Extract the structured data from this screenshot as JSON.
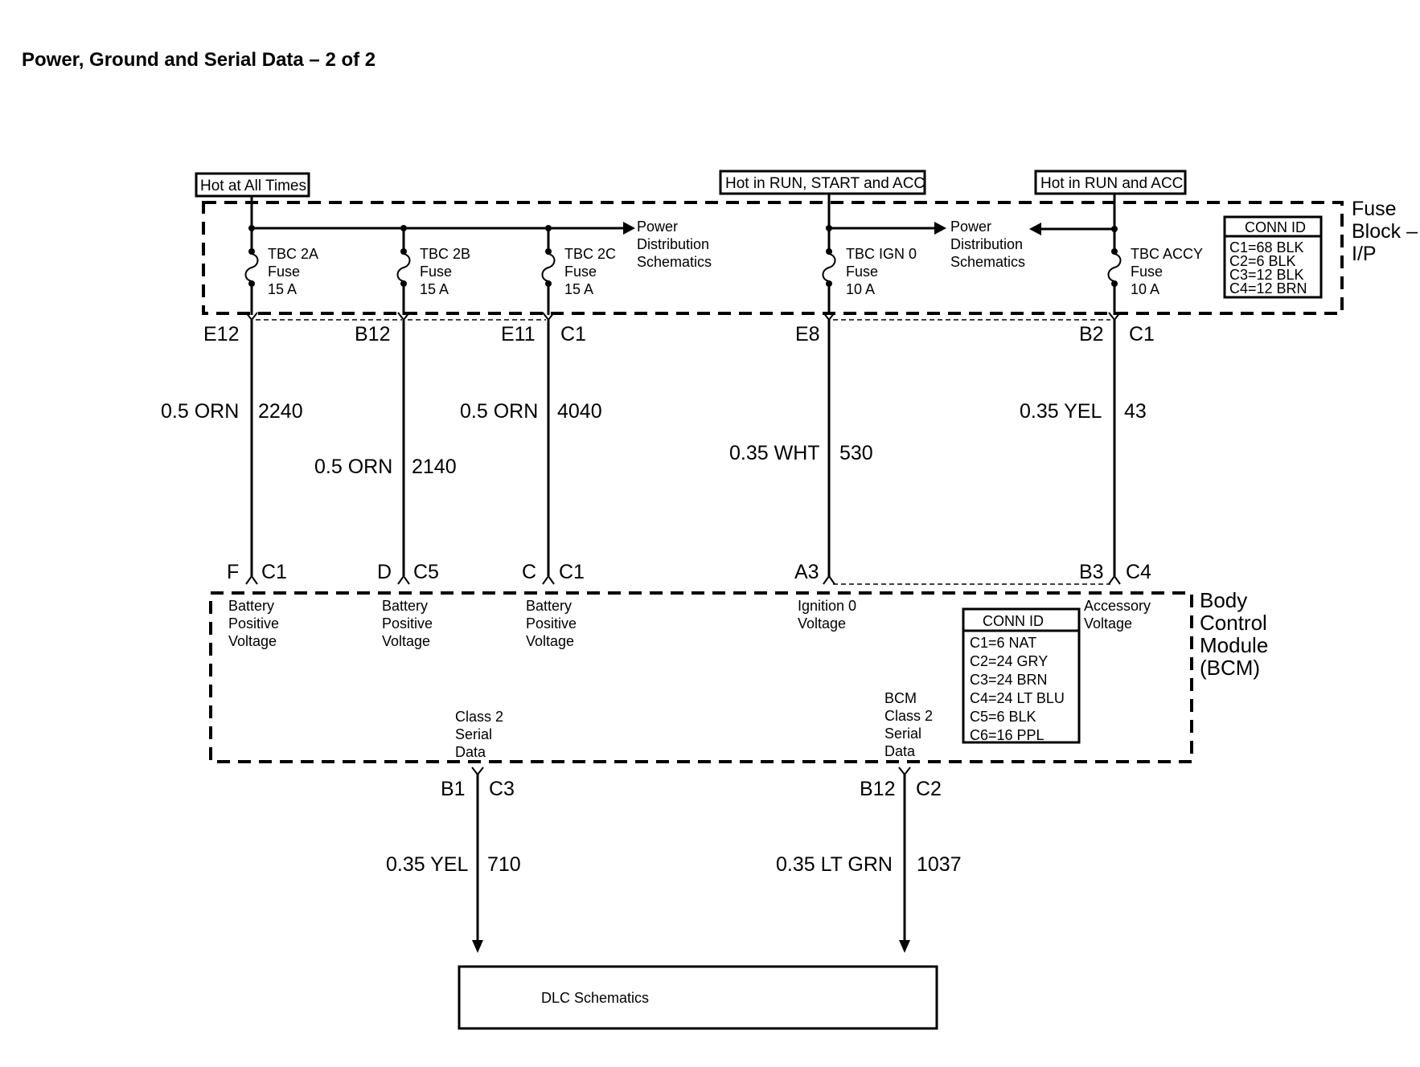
{
  "title": "Power, Ground and Serial Data – 2 of 2",
  "power_labels": {
    "hot_all_times": "Hot at All Times",
    "hot_run_start_acc": "Hot in RUN, START and ACC",
    "hot_run_acc": "Hot in RUN and ACC"
  },
  "fuse_block": {
    "name_lines": [
      "Fuse",
      "Block –",
      "I/P"
    ],
    "conn_id": {
      "header": "CONN ID",
      "rows": [
        "C1=68 BLK",
        "C2=6 BLK",
        "C3=12 BLK",
        "C4=12 BRN"
      ]
    },
    "fuses": [
      {
        "name": "TBC 2A",
        "type": "Fuse",
        "rating": "15 A"
      },
      {
        "name": "TBC 2B",
        "type": "Fuse",
        "rating": "15 A"
      },
      {
        "name": "TBC 2C",
        "type": "Fuse",
        "rating": "15 A"
      },
      {
        "name": "TBC IGN 0",
        "type": "Fuse",
        "rating": "10 A"
      },
      {
        "name": "TBC ACCY",
        "type": "Fuse",
        "rating": "10 A"
      }
    ],
    "power_dist": [
      "Power",
      "Distribution",
      "Schematics"
    ]
  },
  "top_pins": [
    {
      "pin": "E12",
      "conn": ""
    },
    {
      "pin": "B12",
      "conn": ""
    },
    {
      "pin": "E11",
      "conn": "C1"
    },
    {
      "pin": "E8",
      "conn": ""
    },
    {
      "pin": "B2",
      "conn": "C1"
    }
  ],
  "wires": [
    {
      "gauge_color": "0.5 ORN",
      "circuit": "2240"
    },
    {
      "gauge_color": "0.5 ORN",
      "circuit": "2140"
    },
    {
      "gauge_color": "0.5 ORN",
      "circuit": "4040"
    },
    {
      "gauge_color": "0.35 WHT",
      "circuit": "530"
    },
    {
      "gauge_color": "0.35 YEL",
      "circuit": "43"
    }
  ],
  "bcm_pins": [
    {
      "pin": "F",
      "conn": "C1"
    },
    {
      "pin": "D",
      "conn": "C5"
    },
    {
      "pin": "C",
      "conn": "C1"
    },
    {
      "pin": "A3",
      "conn": ""
    },
    {
      "pin": "B3",
      "conn": "C4"
    }
  ],
  "bcm": {
    "name_lines": [
      "Body",
      "Control",
      "Module",
      "(BCM)"
    ],
    "inputs": [
      [
        "Battery",
        "Positive",
        "Voltage"
      ],
      [
        "Battery",
        "Positive",
        "Voltage"
      ],
      [
        "Battery",
        "Positive",
        "Voltage"
      ],
      [
        "Ignition 0",
        "Voltage"
      ],
      [
        "Accessory",
        "Voltage"
      ]
    ],
    "serial_1": [
      "Class 2",
      "Serial",
      "Data"
    ],
    "serial_2": [
      "BCM",
      "Class 2",
      "Serial",
      "Data"
    ],
    "conn_id": {
      "header": "CONN ID",
      "rows": [
        "C1=6 NAT",
        "C2=24 GRY",
        "C3=24 BRN",
        "C4=24 LT BLU",
        "C5=6 BLK",
        "C6=16 PPL"
      ]
    }
  },
  "bottom_pins": [
    {
      "pin": "B1",
      "conn": "C3"
    },
    {
      "pin": "B12",
      "conn": "C2"
    }
  ],
  "bottom_wires": [
    {
      "gauge_color": "0.35 YEL",
      "circuit": "710"
    },
    {
      "gauge_color": "0.35 LT GRN",
      "circuit": "1037"
    }
  ],
  "dlc_label": "DLC Schematics"
}
